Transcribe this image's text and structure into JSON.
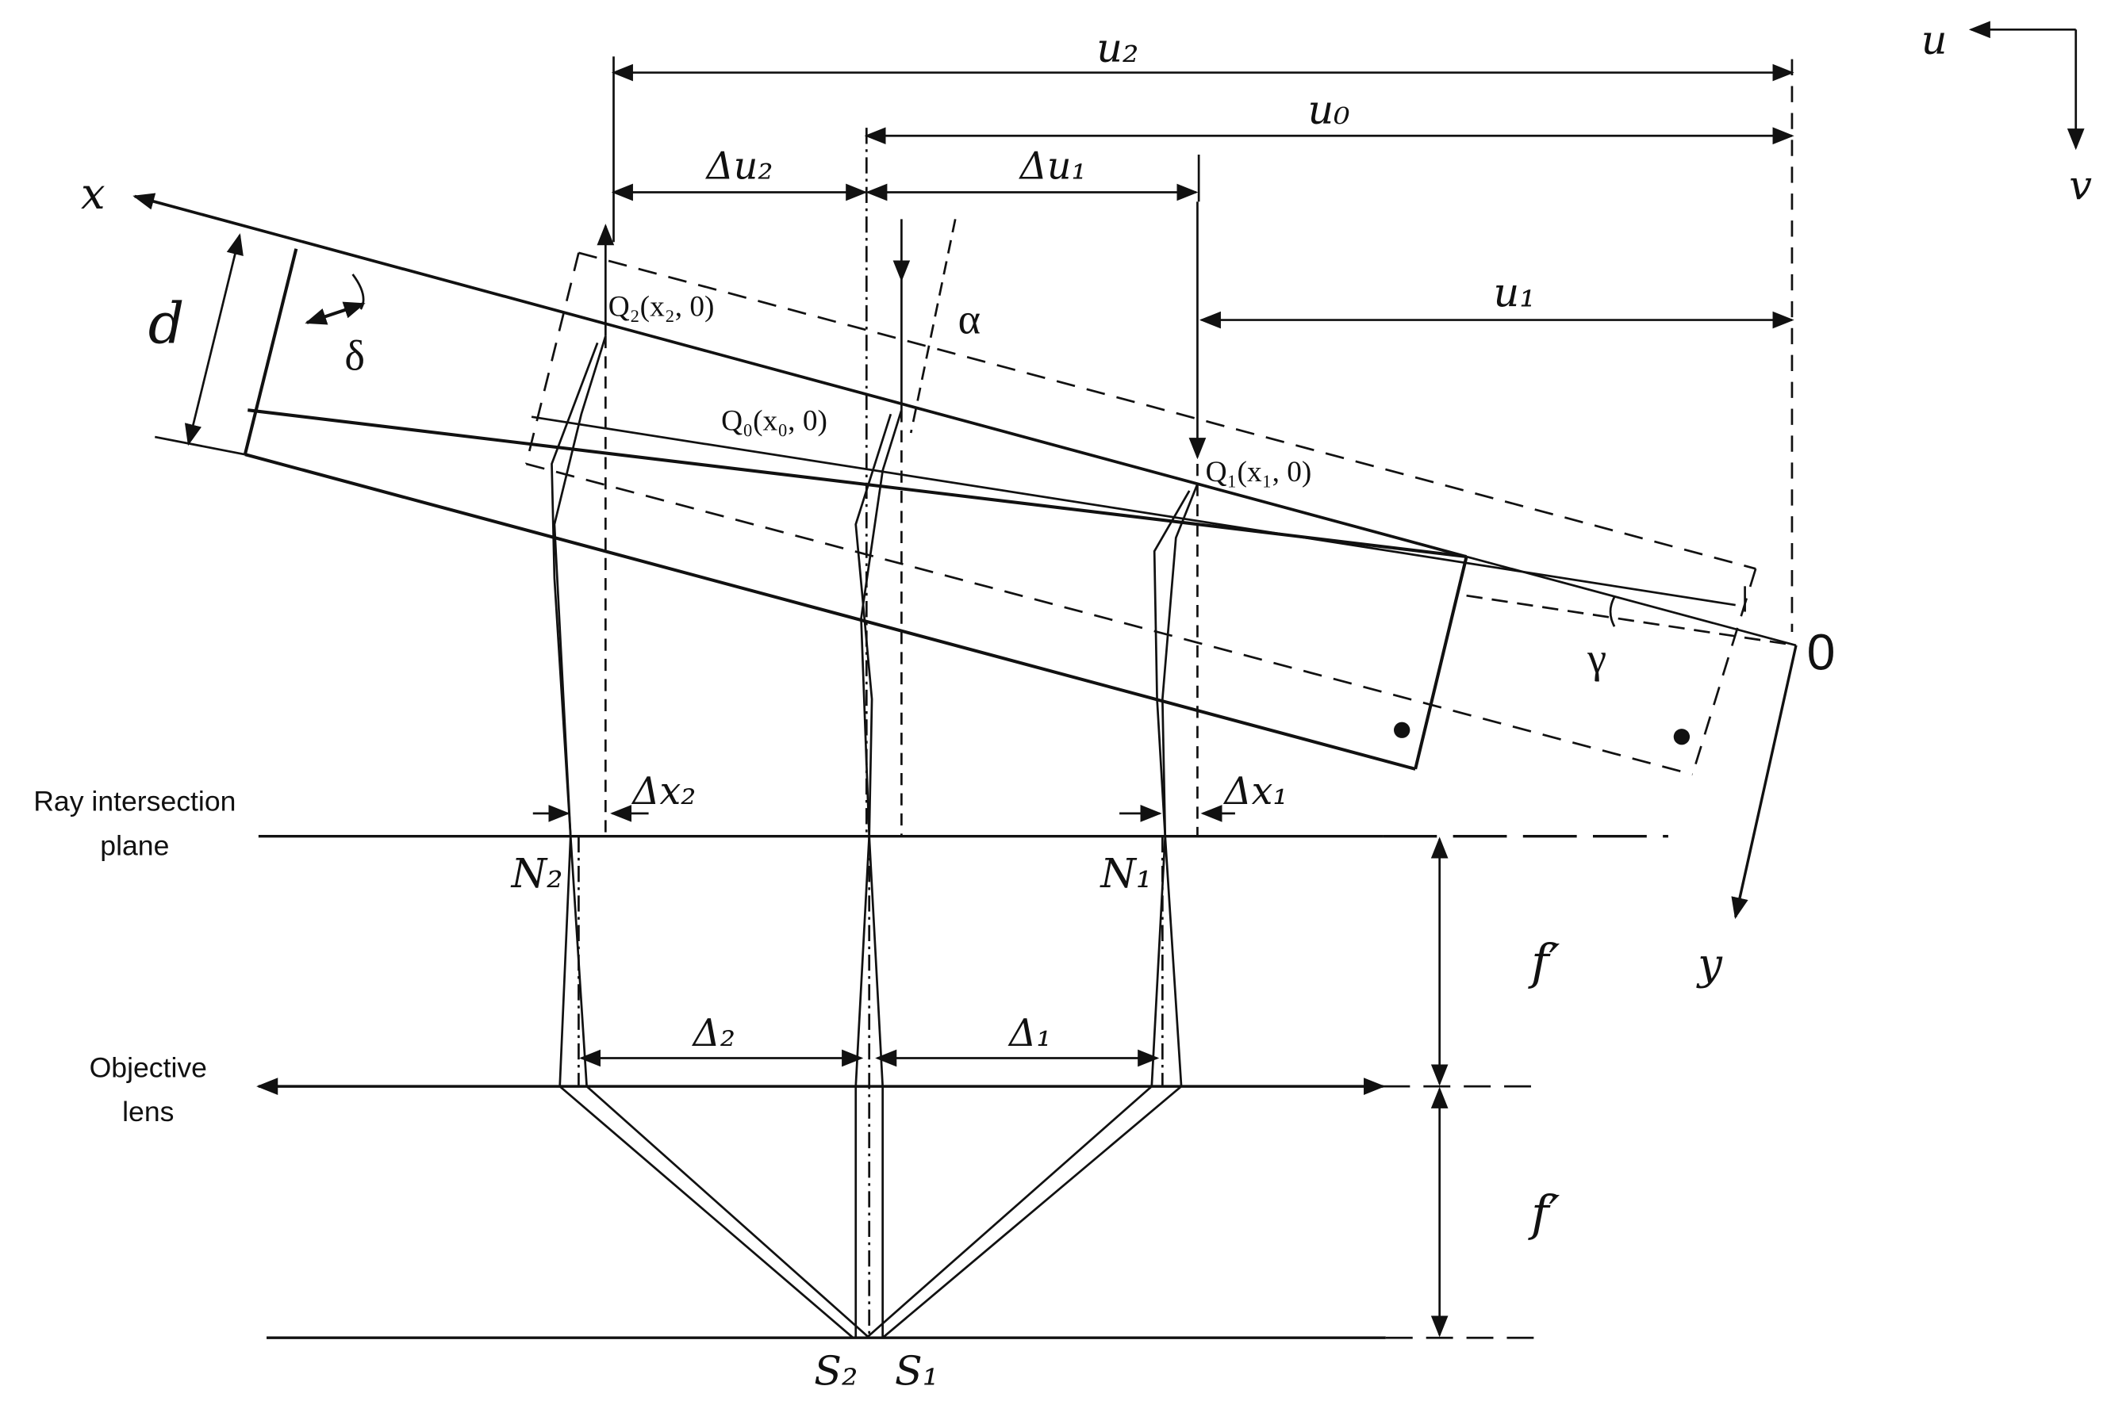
{
  "labels": {
    "u2": "u₂",
    "u0": "u₀",
    "u1": "u₁",
    "du2": "Δu₂",
    "du1": "Δu₁",
    "axis_u": "u",
    "axis_v": "v",
    "axis_x": "x",
    "axis_y": "y",
    "d": "d",
    "delta": "δ",
    "alpha": "α",
    "gamma": "γ",
    "origin": "0",
    "q2": "Q₂(x₂, 0)",
    "q0": "Q₀(x₀, 0)",
    "q1": "Q₁(x₁, 0)",
    "dx2": "Δx₂",
    "dx1": "Δx₁",
    "n2": "N₂",
    "n1": "N₁",
    "f1": "f′",
    "f2": "f′",
    "d2": "Δ₂",
    "d1": "Δ₁",
    "s2": "S₂",
    "s1": "S₁",
    "ray_plane_1": "Ray intersection",
    "ray_plane_2": "plane",
    "objective_1": "Objective",
    "objective_2": "lens"
  },
  "colors": {
    "stroke": "#111111",
    "background": "#ffffff"
  }
}
